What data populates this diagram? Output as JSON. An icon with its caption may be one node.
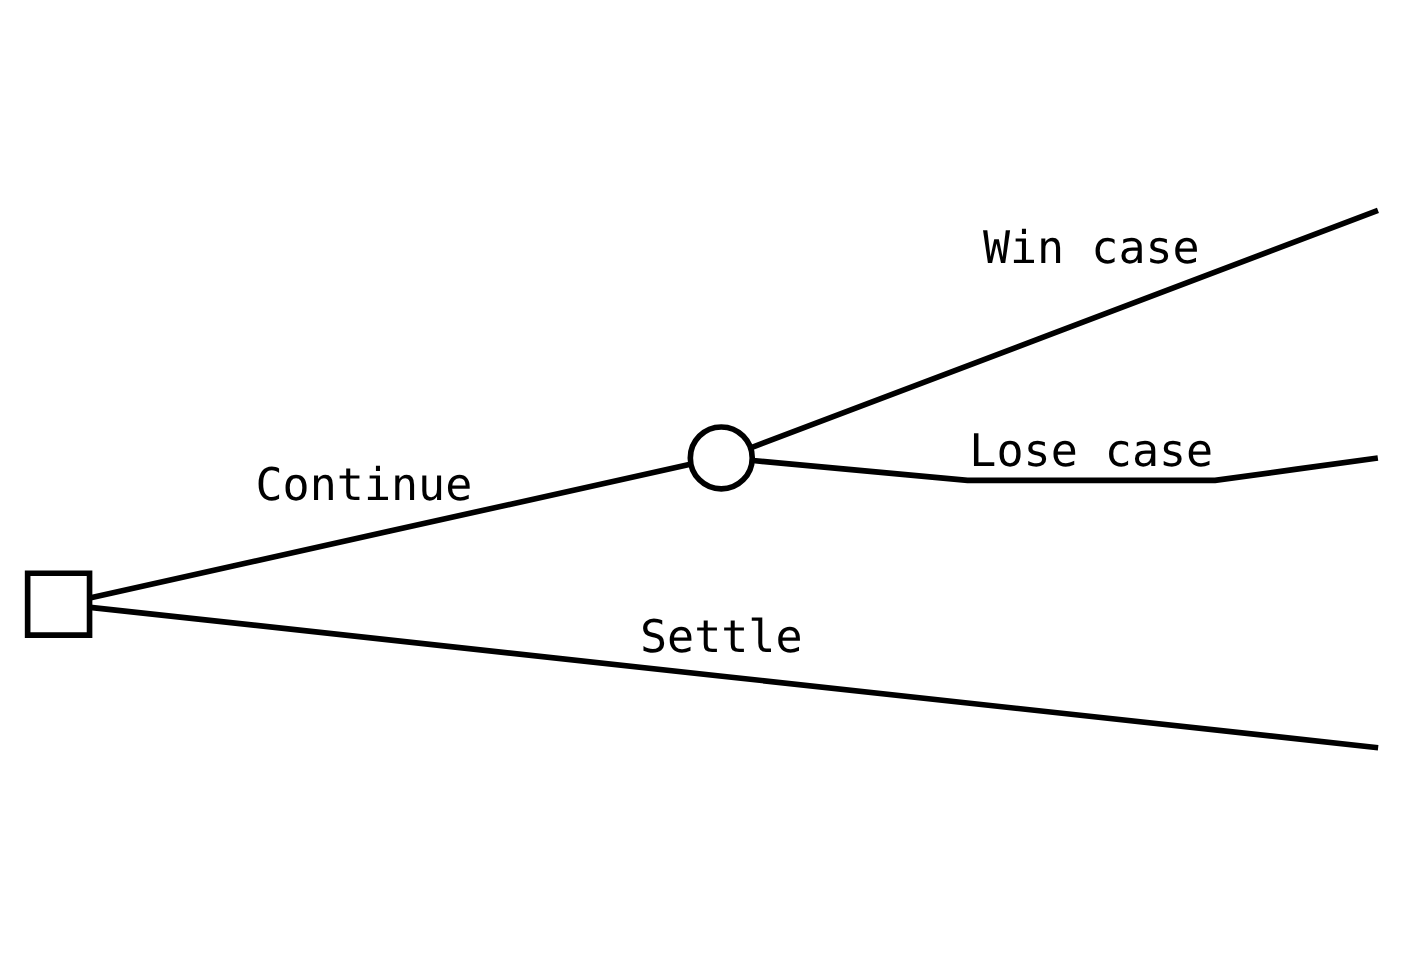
{
  "diagram": {
    "nodes": [
      {
        "text": [],
        "shape": "box"
      },
      {
        "text": [],
        "shape": "circle"
      }
    ],
    "edges": [
      {
        "from": 0,
        "to": 1,
        "arrow": "none",
        "label": "Continue"
      },
      {
        "from": 1,
        "to": null,
        "arrow": "none",
        "label": "Win case"
      },
      {
        "from": 1,
        "to": null,
        "arrow": "none",
        "label": "Lose case"
      },
      {
        "from": 0,
        "to": null,
        "arrow": "none",
        "label": "Settle"
      }
    ]
  }
}
